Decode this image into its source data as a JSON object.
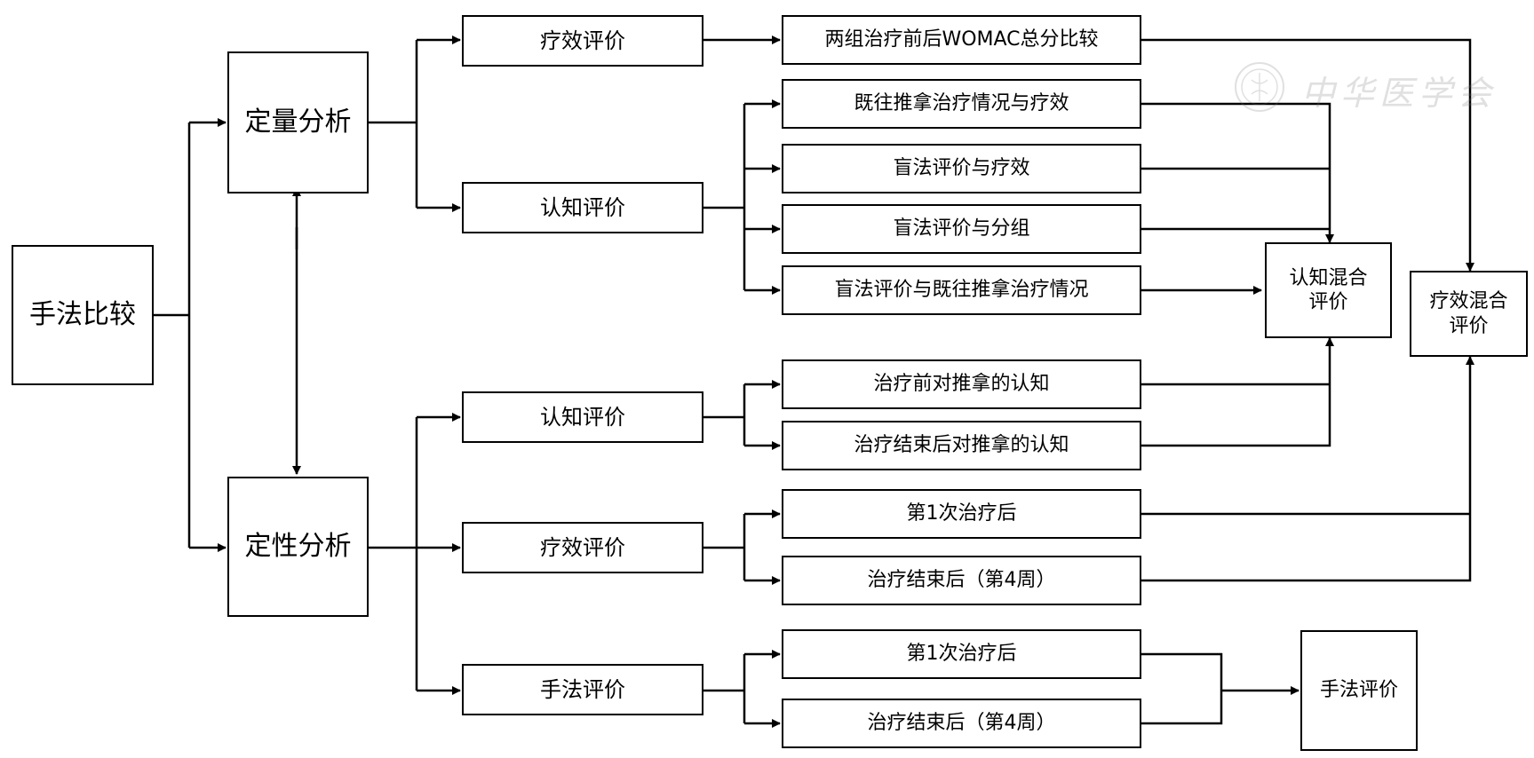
{
  "root": "手法比较",
  "quant": {
    "label": "定量分析",
    "efficacy": {
      "label": "疗效评价",
      "items": [
        "两组治疗前后WOMAC总分比较"
      ]
    },
    "cognition": {
      "label": "认知评价",
      "items": [
        "既往推拿治疗情况与疗效",
        "盲法评价与疗效",
        "盲法评价与分组",
        "盲法评价与既往推拿治疗情况"
      ]
    }
  },
  "qual": {
    "label": "定性分析",
    "cognition": {
      "label": "认知评价",
      "items": [
        "治疗前对推拿的认知",
        "治疗结束后对推拿的认知"
      ]
    },
    "efficacy": {
      "label": "疗效评价",
      "items": [
        "第1次治疗后",
        "治疗结束后（第4周）"
      ]
    },
    "manual": {
      "label": "手法评价",
      "items": [
        "第1次治疗后",
        "治疗结束后（第4周）"
      ]
    }
  },
  "outputs": {
    "cognition_mixed": [
      "认知混合",
      "评价"
    ],
    "efficacy_mixed": [
      "疗效混合",
      "评价"
    ],
    "manual_eval": "手法评价"
  },
  "watermark": "中华医学会"
}
